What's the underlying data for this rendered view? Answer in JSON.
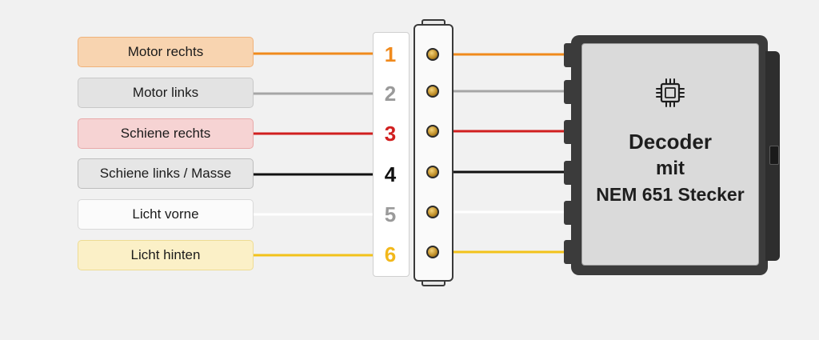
{
  "pins": [
    {
      "number": "1",
      "label": "Motor rechts",
      "wire_color": "#f08a1c",
      "number_color": "#f08a1c",
      "box_fill": "#f8d4b0",
      "box_border": "#f0b27a"
    },
    {
      "number": "2",
      "label": "Motor links",
      "wire_color": "#a6a6a6",
      "number_color": "#9a9a9a",
      "box_fill": "#e3e3e3",
      "box_border": "#c8c8c8"
    },
    {
      "number": "3",
      "label": "Schiene rechts",
      "wire_color": "#d11f1f",
      "number_color": "#d11f1f",
      "box_fill": "#f6d3d3",
      "box_border": "#e8a9a9"
    },
    {
      "number": "4",
      "label": "Schiene links / Masse",
      "wire_color": "#111111",
      "number_color": "#111111",
      "box_fill": "#e6e6e6",
      "box_border": "#bdbdbd"
    },
    {
      "number": "5",
      "label": "Licht vorne",
      "wire_color": "#ffffff",
      "number_color": "#9a9a9a",
      "box_fill": "#fbfbfb",
      "box_border": "#d9d9d9"
    },
    {
      "number": "6",
      "label": "Licht hinten",
      "wire_color": "#f2c21b",
      "number_color": "#f2b81b",
      "box_fill": "#fbf0c7",
      "box_border": "#eedc93"
    }
  ],
  "decoder": {
    "line1": "Decoder",
    "line2": "mit",
    "line3": "NEM 651 Stecker",
    "icon": "chip-icon"
  }
}
